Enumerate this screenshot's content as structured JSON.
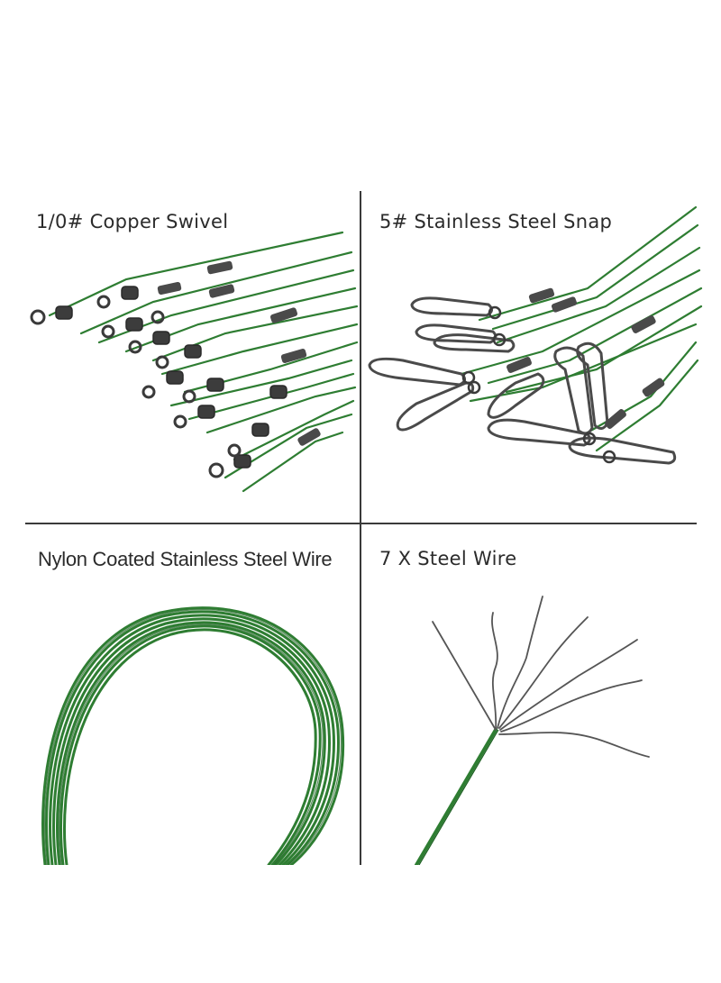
{
  "captions": {
    "copper_swivel": "1/0# Copper Swivel",
    "stainless_snap": "5# Stainless Steel Snap",
    "nylon_wire": "Nylon Coated Stainless Steel Wire",
    "steel_wire": "7 X Steel Wire"
  },
  "colors": {
    "wire_green": "#2e7d32",
    "wire_dark_green": "#1b5e20",
    "metal": "#4a4a4a",
    "divider": "#3a3a3a"
  }
}
